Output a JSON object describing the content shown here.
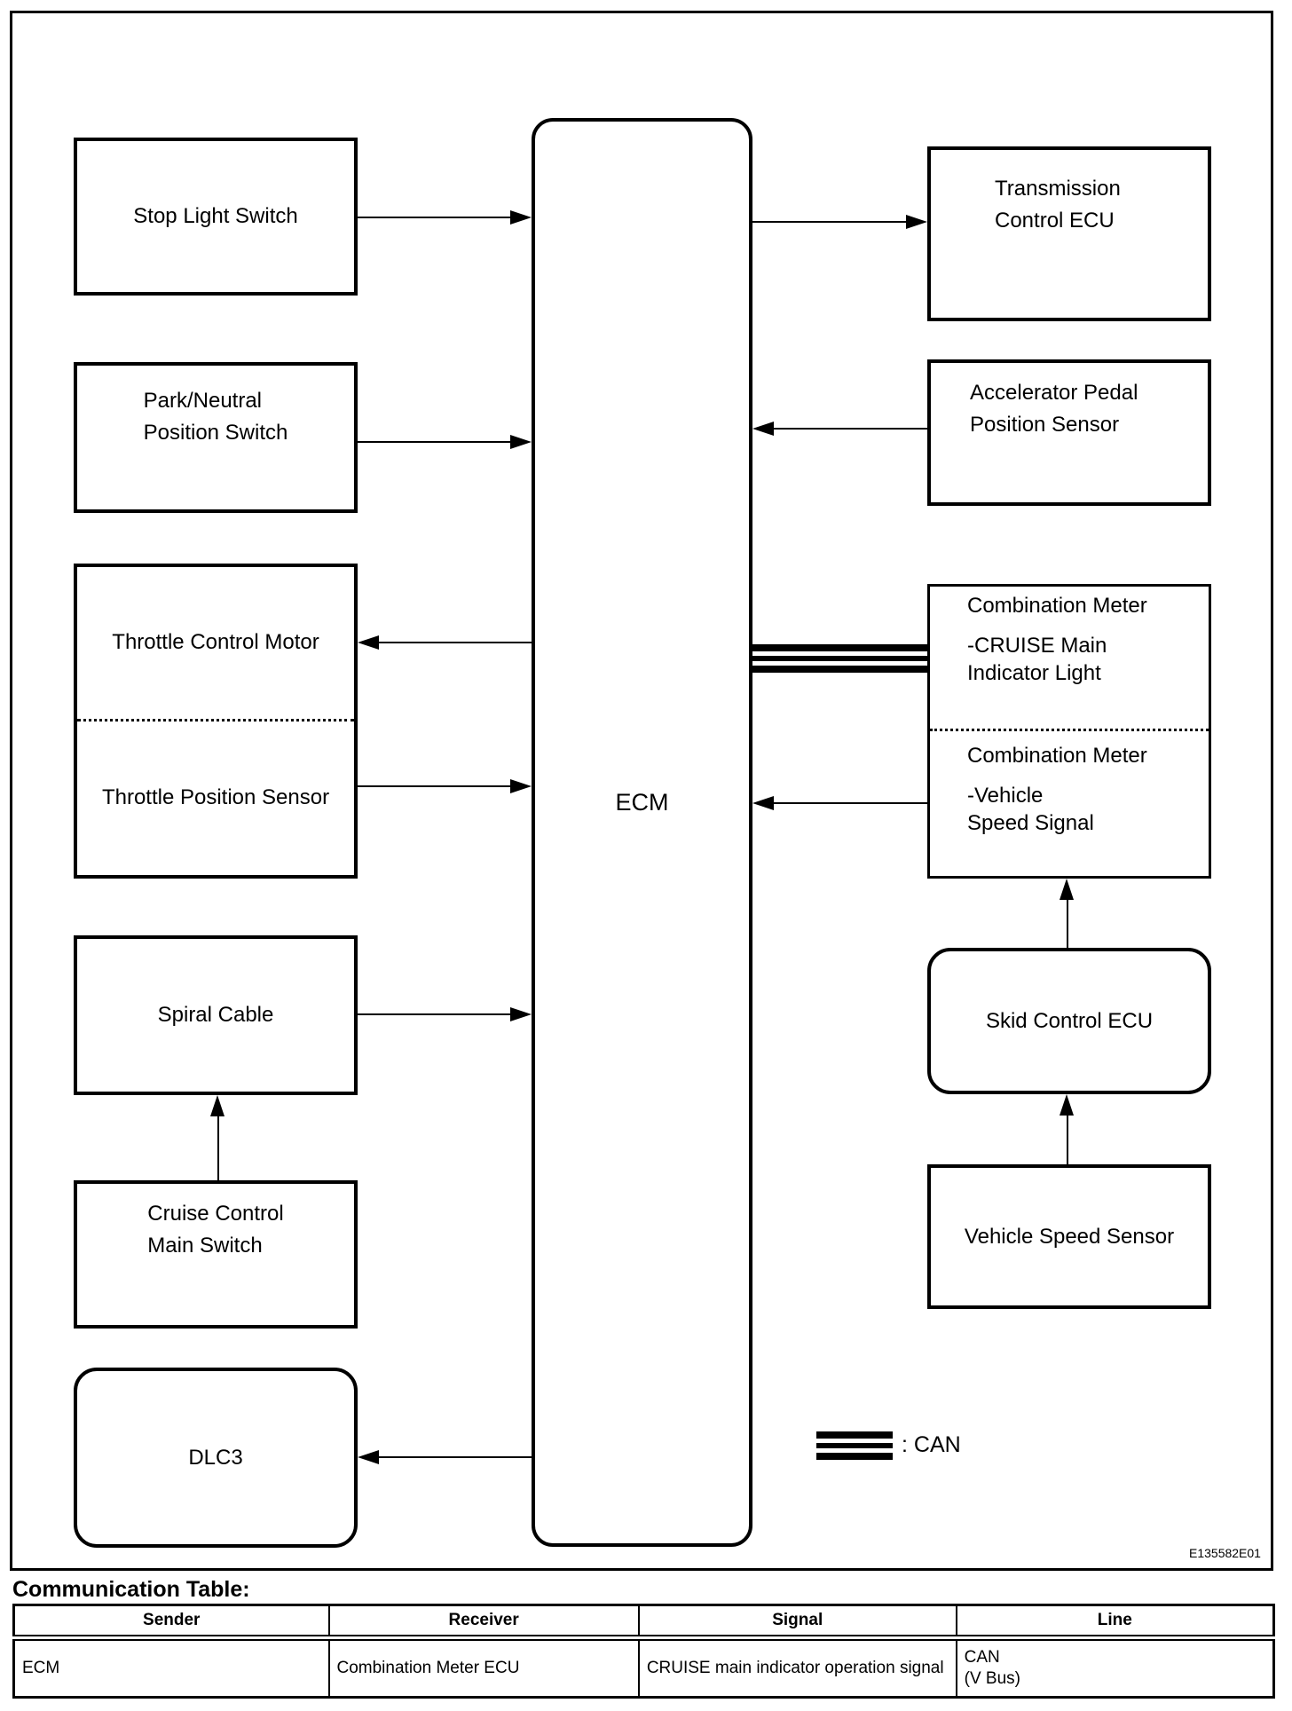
{
  "diagram": {
    "boxes": {
      "stop_light": {
        "label": "Stop Light Switch"
      },
      "park_neutral": {
        "line1": "Park/Neutral",
        "line2": "Position Switch"
      },
      "throttle_motor": {
        "label": "Throttle Control Motor"
      },
      "throttle_sensor": {
        "label": "Throttle Position Sensor"
      },
      "spiral_cable": {
        "label": "Spiral Cable"
      },
      "cruise_main": {
        "line1": "Cruise Control",
        "line2": "Main Switch"
      },
      "dlc3": {
        "label": "DLC3"
      },
      "ecm": {
        "label": "ECM"
      },
      "transmission": {
        "line1": "Transmission",
        "line2": "Control ECU"
      },
      "accelerator": {
        "line1": "Accelerator Pedal",
        "line2": "Position Sensor"
      },
      "combo_upper": {
        "title": "Combination Meter",
        "line1": "-CRUISE Main",
        "line2": "Indicator Light"
      },
      "combo_lower": {
        "title": "Combination Meter",
        "line1": "-Vehicle",
        "line2": "Speed Signal"
      },
      "skid": {
        "label": "Skid Control ECU"
      },
      "vss": {
        "label": "Vehicle Speed Sensor"
      }
    },
    "legend": {
      "can_label": ": CAN"
    },
    "figure_code": "E135582E01"
  },
  "table": {
    "heading": "Communication Table:",
    "headers": {
      "sender": "Sender",
      "receiver": "Receiver",
      "signal": "Signal",
      "line": "Line"
    },
    "row": {
      "sender": "ECM",
      "receiver": "Combination Meter ECU",
      "signal": "CRUISE main indicator operation signal",
      "line1": "CAN",
      "line2": "(V Bus)"
    }
  },
  "colors": {
    "line": "#000000",
    "background": "#ffffff"
  }
}
